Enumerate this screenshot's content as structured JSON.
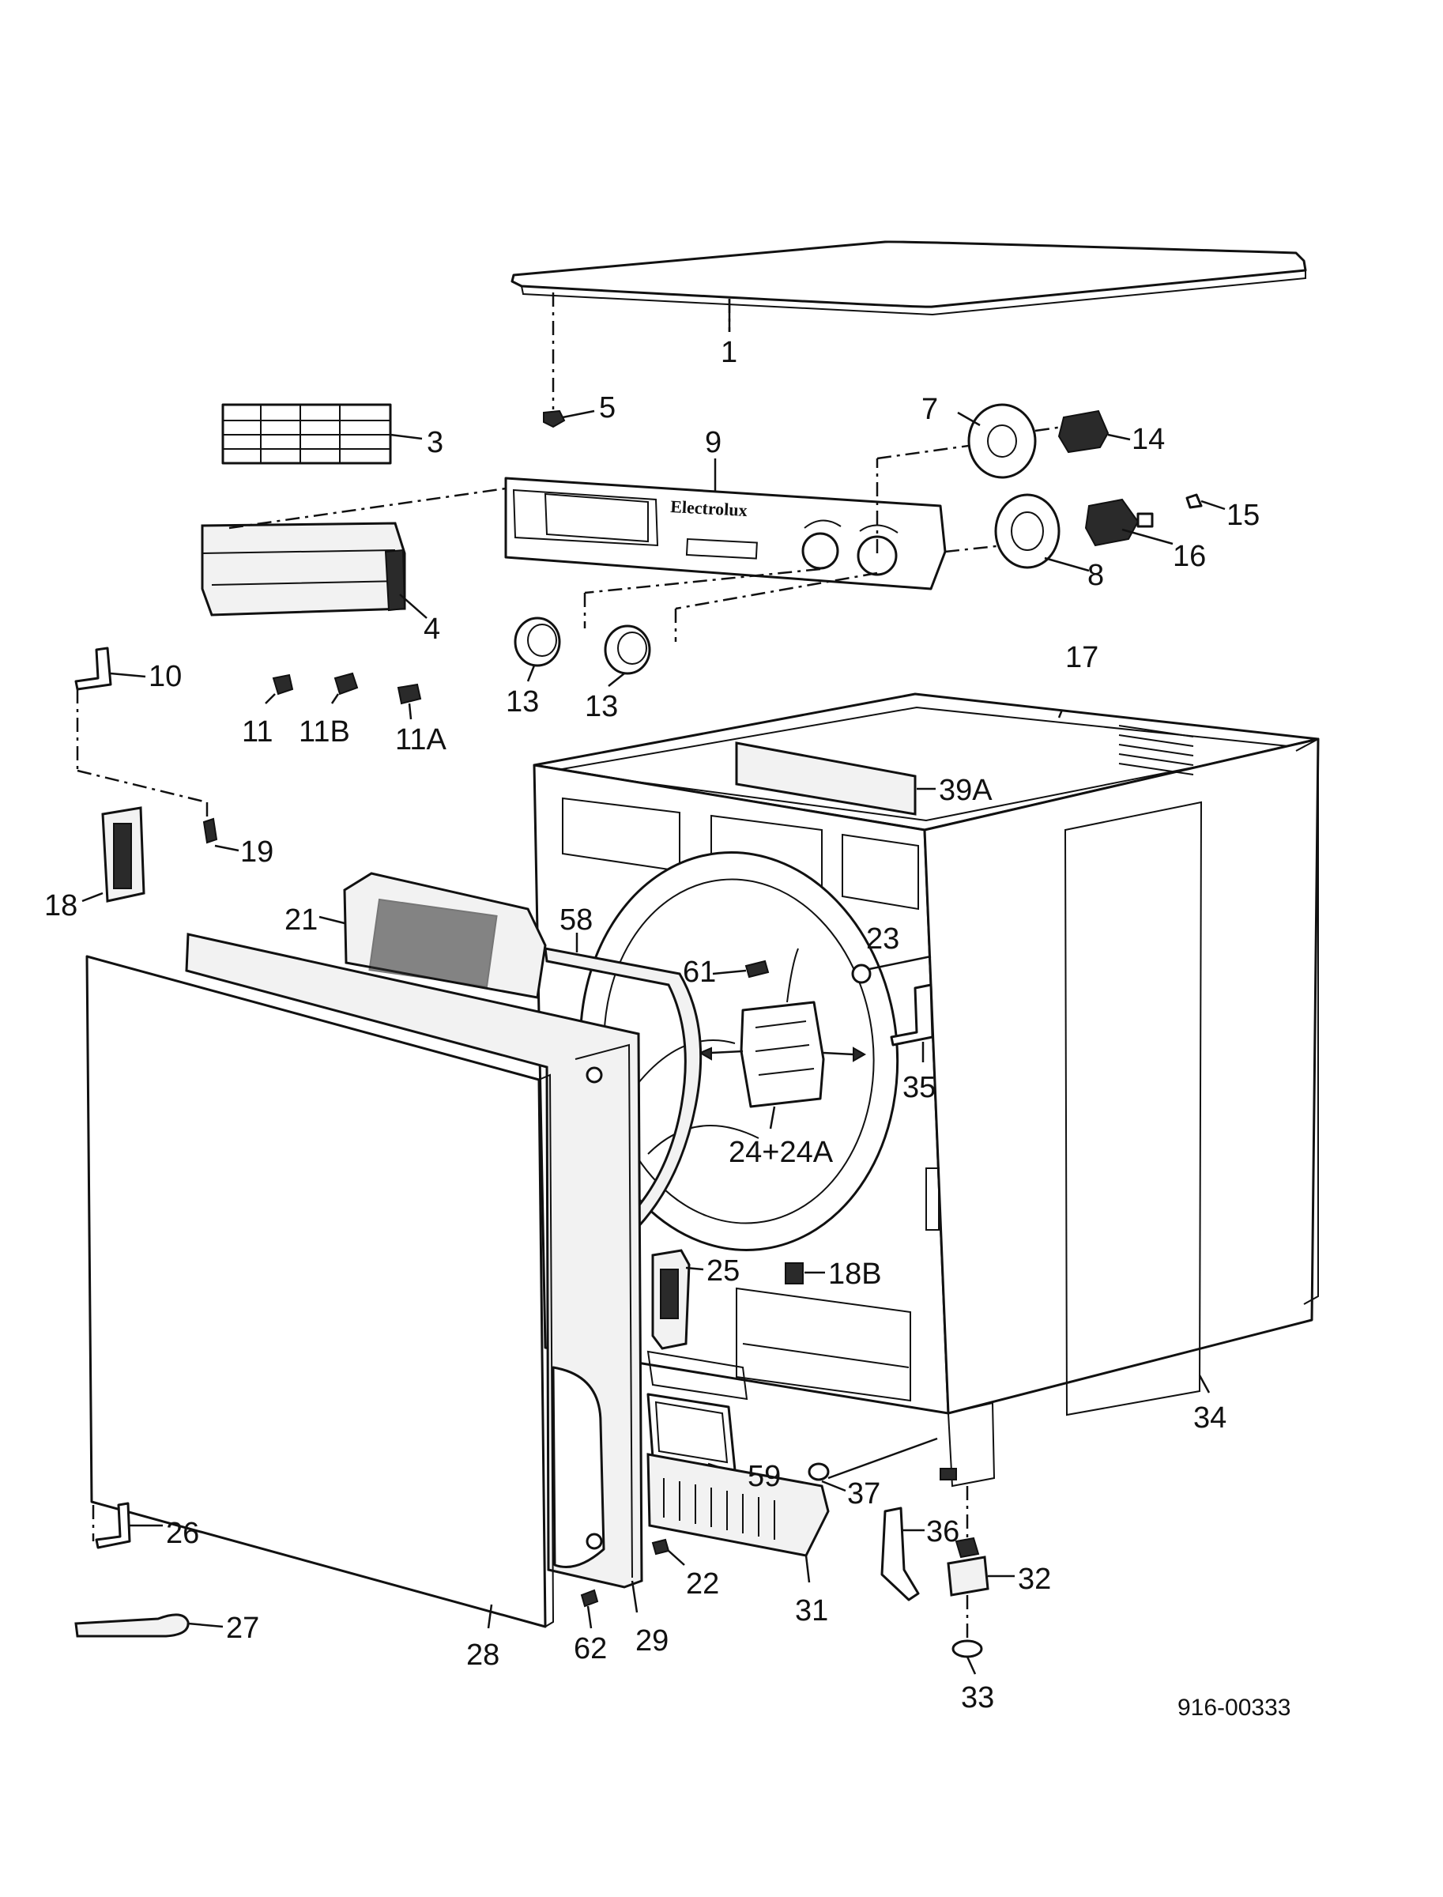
{
  "callouts": [
    {
      "id": "1",
      "label": "1"
    },
    {
      "id": "3",
      "label": "3"
    },
    {
      "id": "4",
      "label": "4"
    },
    {
      "id": "5",
      "label": "5"
    },
    {
      "id": "7",
      "label": "7"
    },
    {
      "id": "8",
      "label": "8"
    },
    {
      "id": "9",
      "label": "9"
    },
    {
      "id": "10",
      "label": "10"
    },
    {
      "id": "11",
      "label": "11"
    },
    {
      "id": "11B",
      "label": "11B"
    },
    {
      "id": "11A",
      "label": "11A"
    },
    {
      "id": "13a",
      "label": "13"
    },
    {
      "id": "13b",
      "label": "13"
    },
    {
      "id": "14",
      "label": "14"
    },
    {
      "id": "15",
      "label": "15"
    },
    {
      "id": "16",
      "label": "16"
    },
    {
      "id": "17",
      "label": "17"
    },
    {
      "id": "18",
      "label": "18"
    },
    {
      "id": "18B",
      "label": "18B"
    },
    {
      "id": "19",
      "label": "19"
    },
    {
      "id": "21",
      "label": "21"
    },
    {
      "id": "22",
      "label": "22"
    },
    {
      "id": "23",
      "label": "23"
    },
    {
      "id": "24",
      "label": "24+24A"
    },
    {
      "id": "25",
      "label": "25"
    },
    {
      "id": "26",
      "label": "26"
    },
    {
      "id": "27",
      "label": "27"
    },
    {
      "id": "28",
      "label": "28"
    },
    {
      "id": "29",
      "label": "29"
    },
    {
      "id": "31",
      "label": "31"
    },
    {
      "id": "32",
      "label": "32"
    },
    {
      "id": "33",
      "label": "33"
    },
    {
      "id": "34",
      "label": "34"
    },
    {
      "id": "35",
      "label": "35"
    },
    {
      "id": "36",
      "label": "36"
    },
    {
      "id": "37",
      "label": "37"
    },
    {
      "id": "39A",
      "label": "39A"
    },
    {
      "id": "58",
      "label": "58"
    },
    {
      "id": "59",
      "label": "59"
    },
    {
      "id": "61",
      "label": "61"
    },
    {
      "id": "62",
      "label": "62"
    }
  ],
  "brand_text": "Electrolux",
  "document_number": "916-00333"
}
